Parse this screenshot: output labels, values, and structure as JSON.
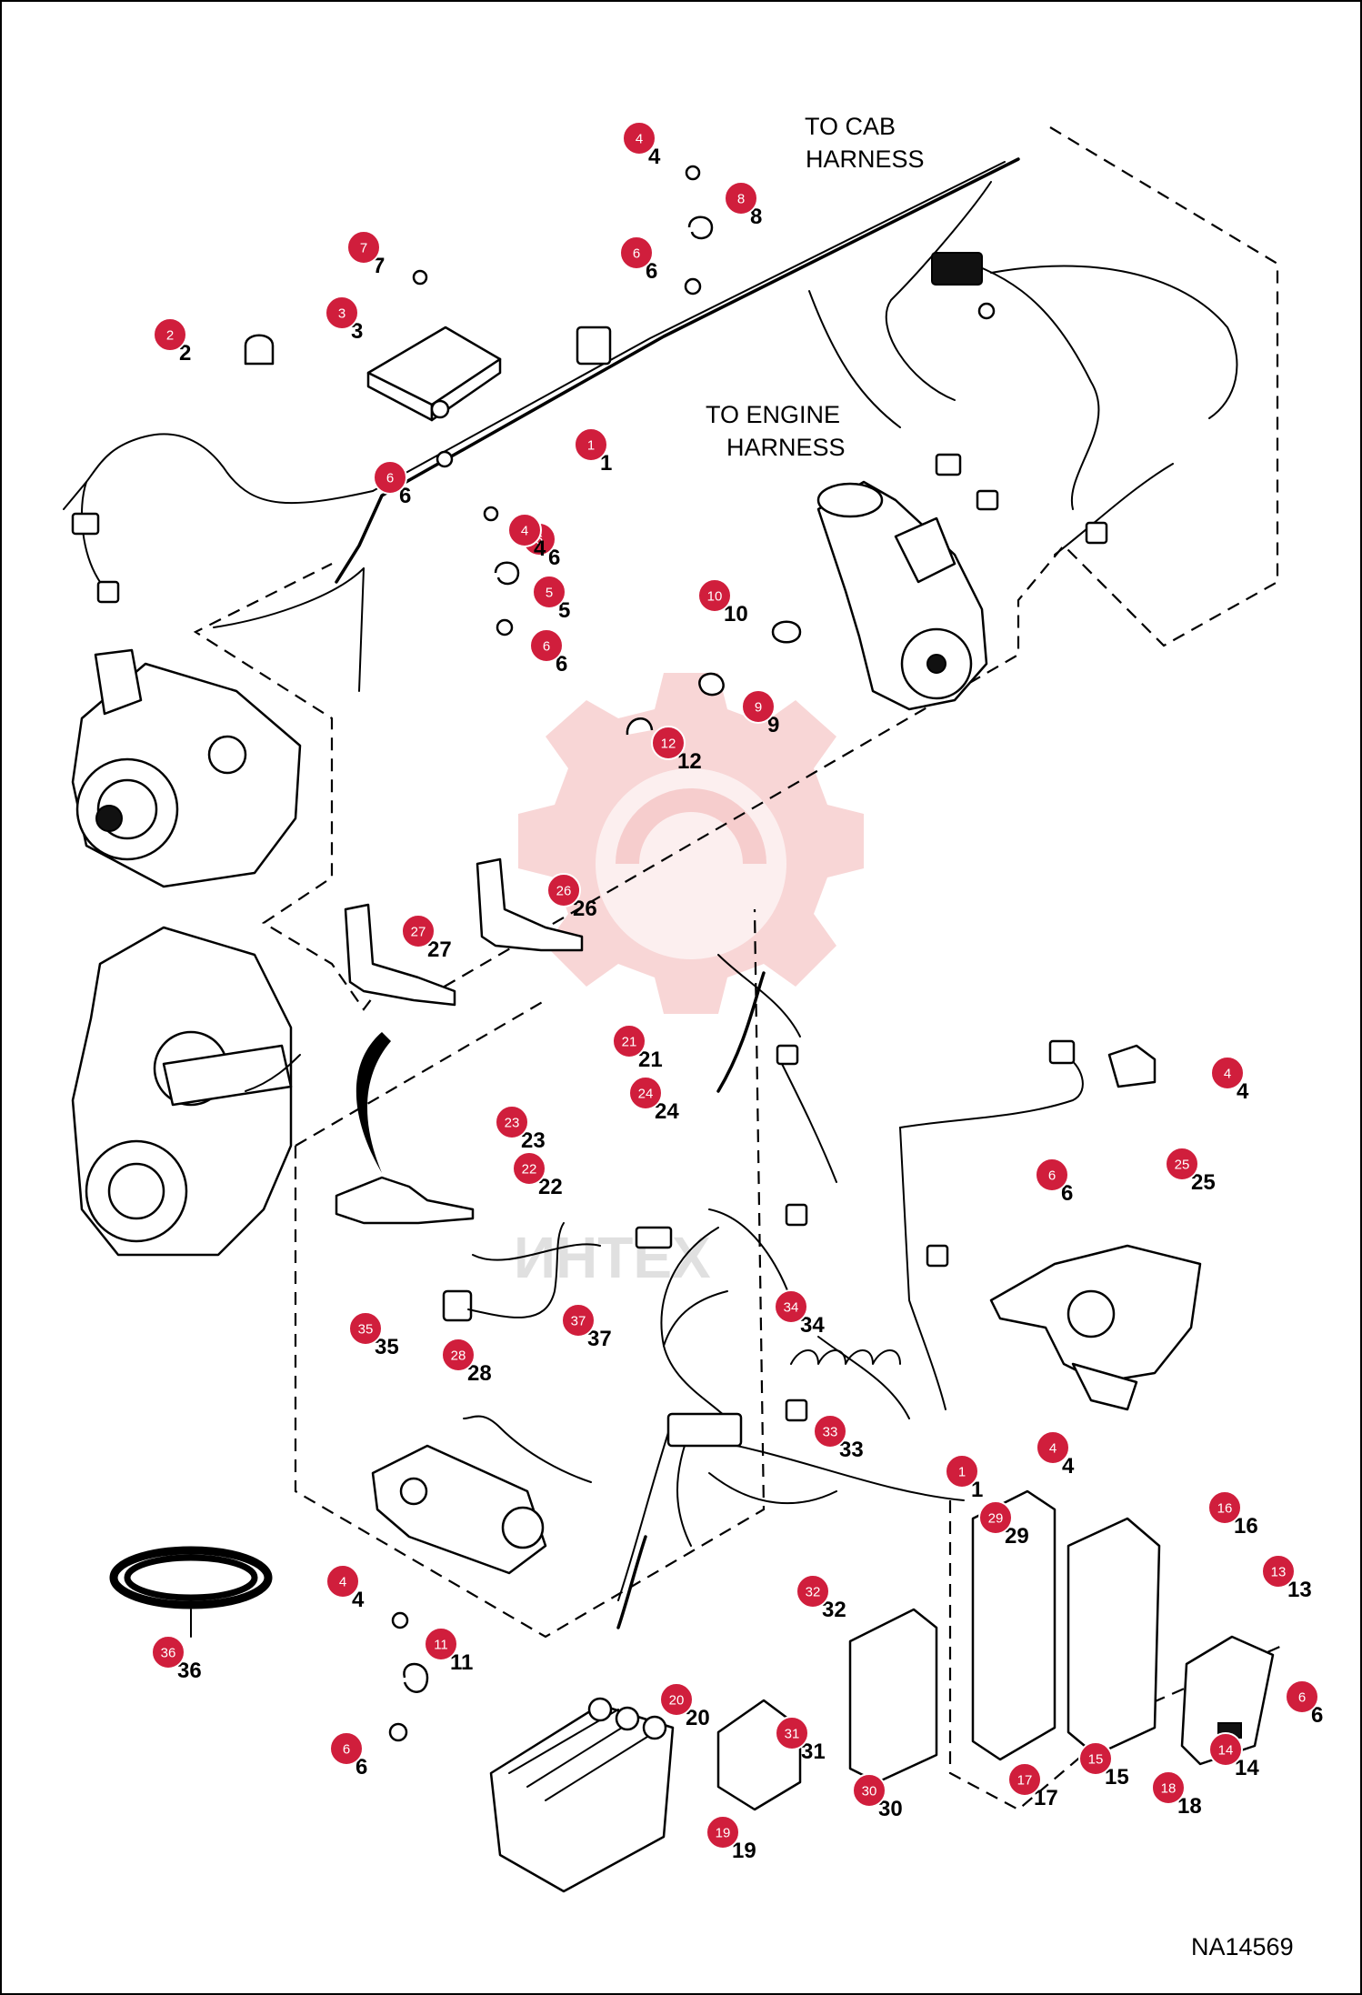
{
  "diagram": {
    "notes": {
      "cab_harness": [
        "TO CAB",
        "HARNESS"
      ],
      "engine_harness": [
        "TO ENGINE",
        "HARNESS"
      ]
    },
    "figure_id": "NA14569",
    "watermark": "ИНТЕХ",
    "badge_color": "#d01e3c",
    "callouts": [
      {
        "n": "4"
      },
      {
        "n": "8"
      },
      {
        "n": "6"
      },
      {
        "n": "7"
      },
      {
        "n": "3"
      },
      {
        "n": "2"
      },
      {
        "n": "6"
      },
      {
        "n": "1"
      },
      {
        "n": "6"
      },
      {
        "n": "4"
      },
      {
        "n": "5"
      },
      {
        "n": "6"
      },
      {
        "n": "10"
      },
      {
        "n": "9"
      },
      {
        "n": "12"
      },
      {
        "n": "26"
      },
      {
        "n": "27"
      },
      {
        "n": "21"
      },
      {
        "n": "24"
      },
      {
        "n": "23"
      },
      {
        "n": "22"
      },
      {
        "n": "4"
      },
      {
        "n": "6"
      },
      {
        "n": "25"
      },
      {
        "n": "35"
      },
      {
        "n": "28"
      },
      {
        "n": "37"
      },
      {
        "n": "34"
      },
      {
        "n": "33"
      },
      {
        "n": "1"
      },
      {
        "n": "4"
      },
      {
        "n": "29"
      },
      {
        "n": "16"
      },
      {
        "n": "13"
      },
      {
        "n": "6"
      },
      {
        "n": "32"
      },
      {
        "n": "36"
      },
      {
        "n": "4"
      },
      {
        "n": "11"
      },
      {
        "n": "6"
      },
      {
        "n": "20"
      },
      {
        "n": "31"
      },
      {
        "n": "30"
      },
      {
        "n": "19"
      },
      {
        "n": "17"
      },
      {
        "n": "15"
      },
      {
        "n": "18"
      },
      {
        "n": "14"
      }
    ]
  }
}
